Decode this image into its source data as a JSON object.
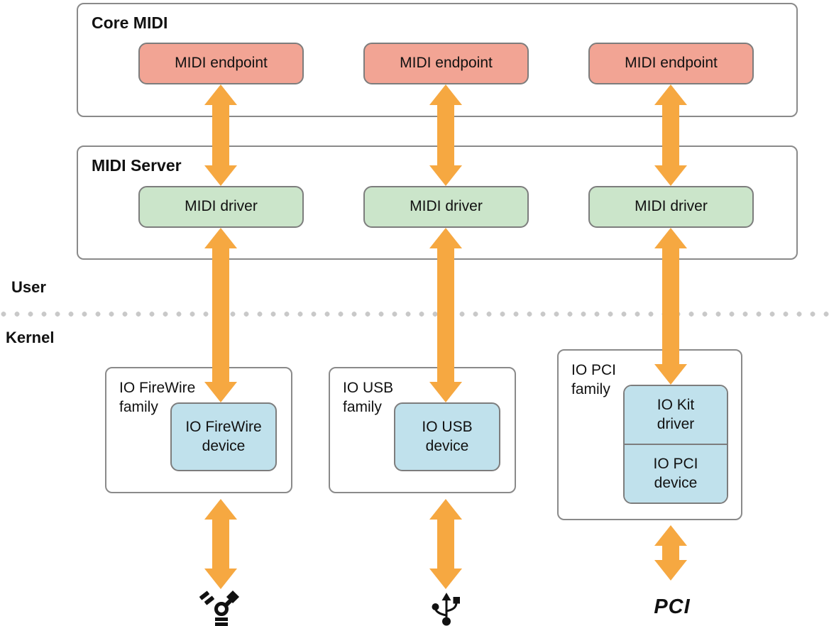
{
  "core_midi": {
    "title": "Core MIDI",
    "endpoints": [
      "MIDI endpoint",
      "MIDI endpoint",
      "MIDI endpoint"
    ]
  },
  "midi_server": {
    "title": "MIDI Server",
    "drivers": [
      "MIDI driver",
      "MIDI driver",
      "MIDI driver"
    ]
  },
  "boundary": {
    "user": "User",
    "kernel": "Kernel"
  },
  "families": [
    {
      "name_lines": [
        "IO FireWire",
        "family"
      ],
      "device": "IO FireWire device"
    },
    {
      "name_lines": [
        "IO USB",
        "family"
      ],
      "device": "IO USB device"
    },
    {
      "name_lines": [
        "IO PCI",
        "family"
      ],
      "cells": [
        "IO Kit driver",
        "IO PCI device"
      ]
    }
  ],
  "buses": {
    "firewire_icon": "firewire-icon",
    "usb_icon": "usb-icon",
    "pci_label": "PCI"
  },
  "colors": {
    "endpoint": "#F2A494",
    "driver": "#CBE5CA",
    "device": "#C0E1EC",
    "arrow": "#F6A841",
    "border": "#7D7D7D",
    "dots": "#C9C9C9"
  }
}
